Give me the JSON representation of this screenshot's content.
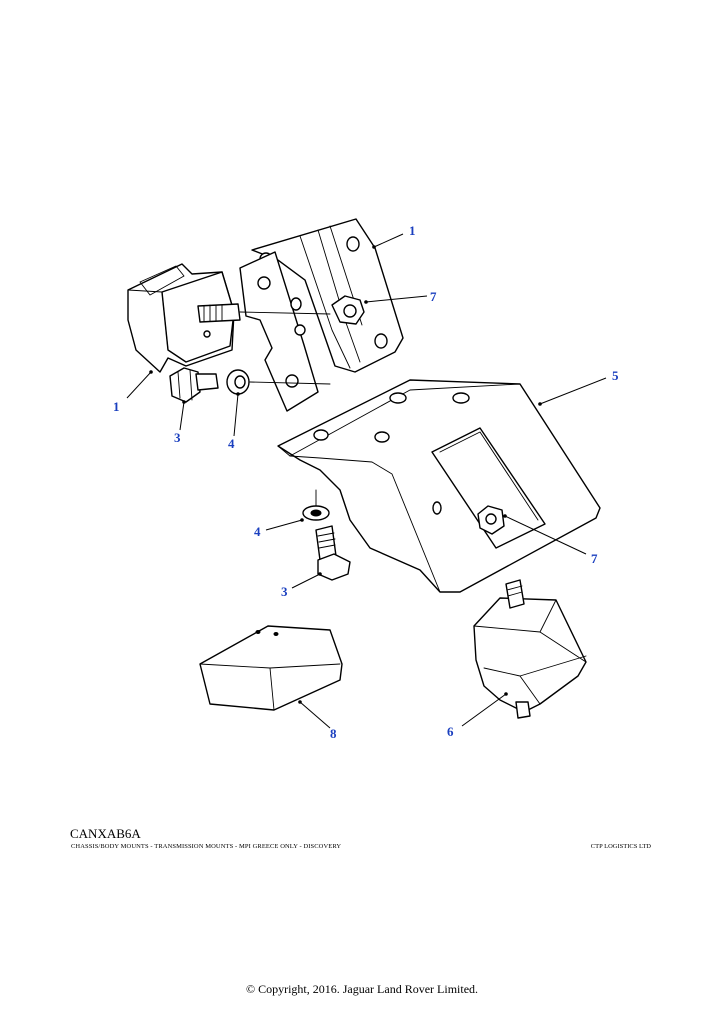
{
  "diagram": {
    "callouts": [
      {
        "id": "c1a",
        "label": "1"
      },
      {
        "id": "c7a",
        "label": "7"
      },
      {
        "id": "c1b",
        "label": "1"
      },
      {
        "id": "c5",
        "label": "5"
      },
      {
        "id": "c3a",
        "label": "3"
      },
      {
        "id": "c4a",
        "label": "4"
      },
      {
        "id": "c4b",
        "label": "4"
      },
      {
        "id": "c7b",
        "label": "7"
      },
      {
        "id": "c3b",
        "label": "3"
      },
      {
        "id": "c8",
        "label": "8"
      },
      {
        "id": "c6",
        "label": "6"
      }
    ],
    "callout_color": "#1a3fbf",
    "line_color": "#000000"
  },
  "footer": {
    "reference_code": "CANXAB6A",
    "caption": "CHASSIS/BODY MOUNTS - TRANSMISSION MOUNTS - MPI GREECE ONLY - DISCOVERY",
    "company": "CTP LOGISTICS LTD",
    "copyright": "© Copyright, 2016. Jaguar Land Rover Limited."
  }
}
